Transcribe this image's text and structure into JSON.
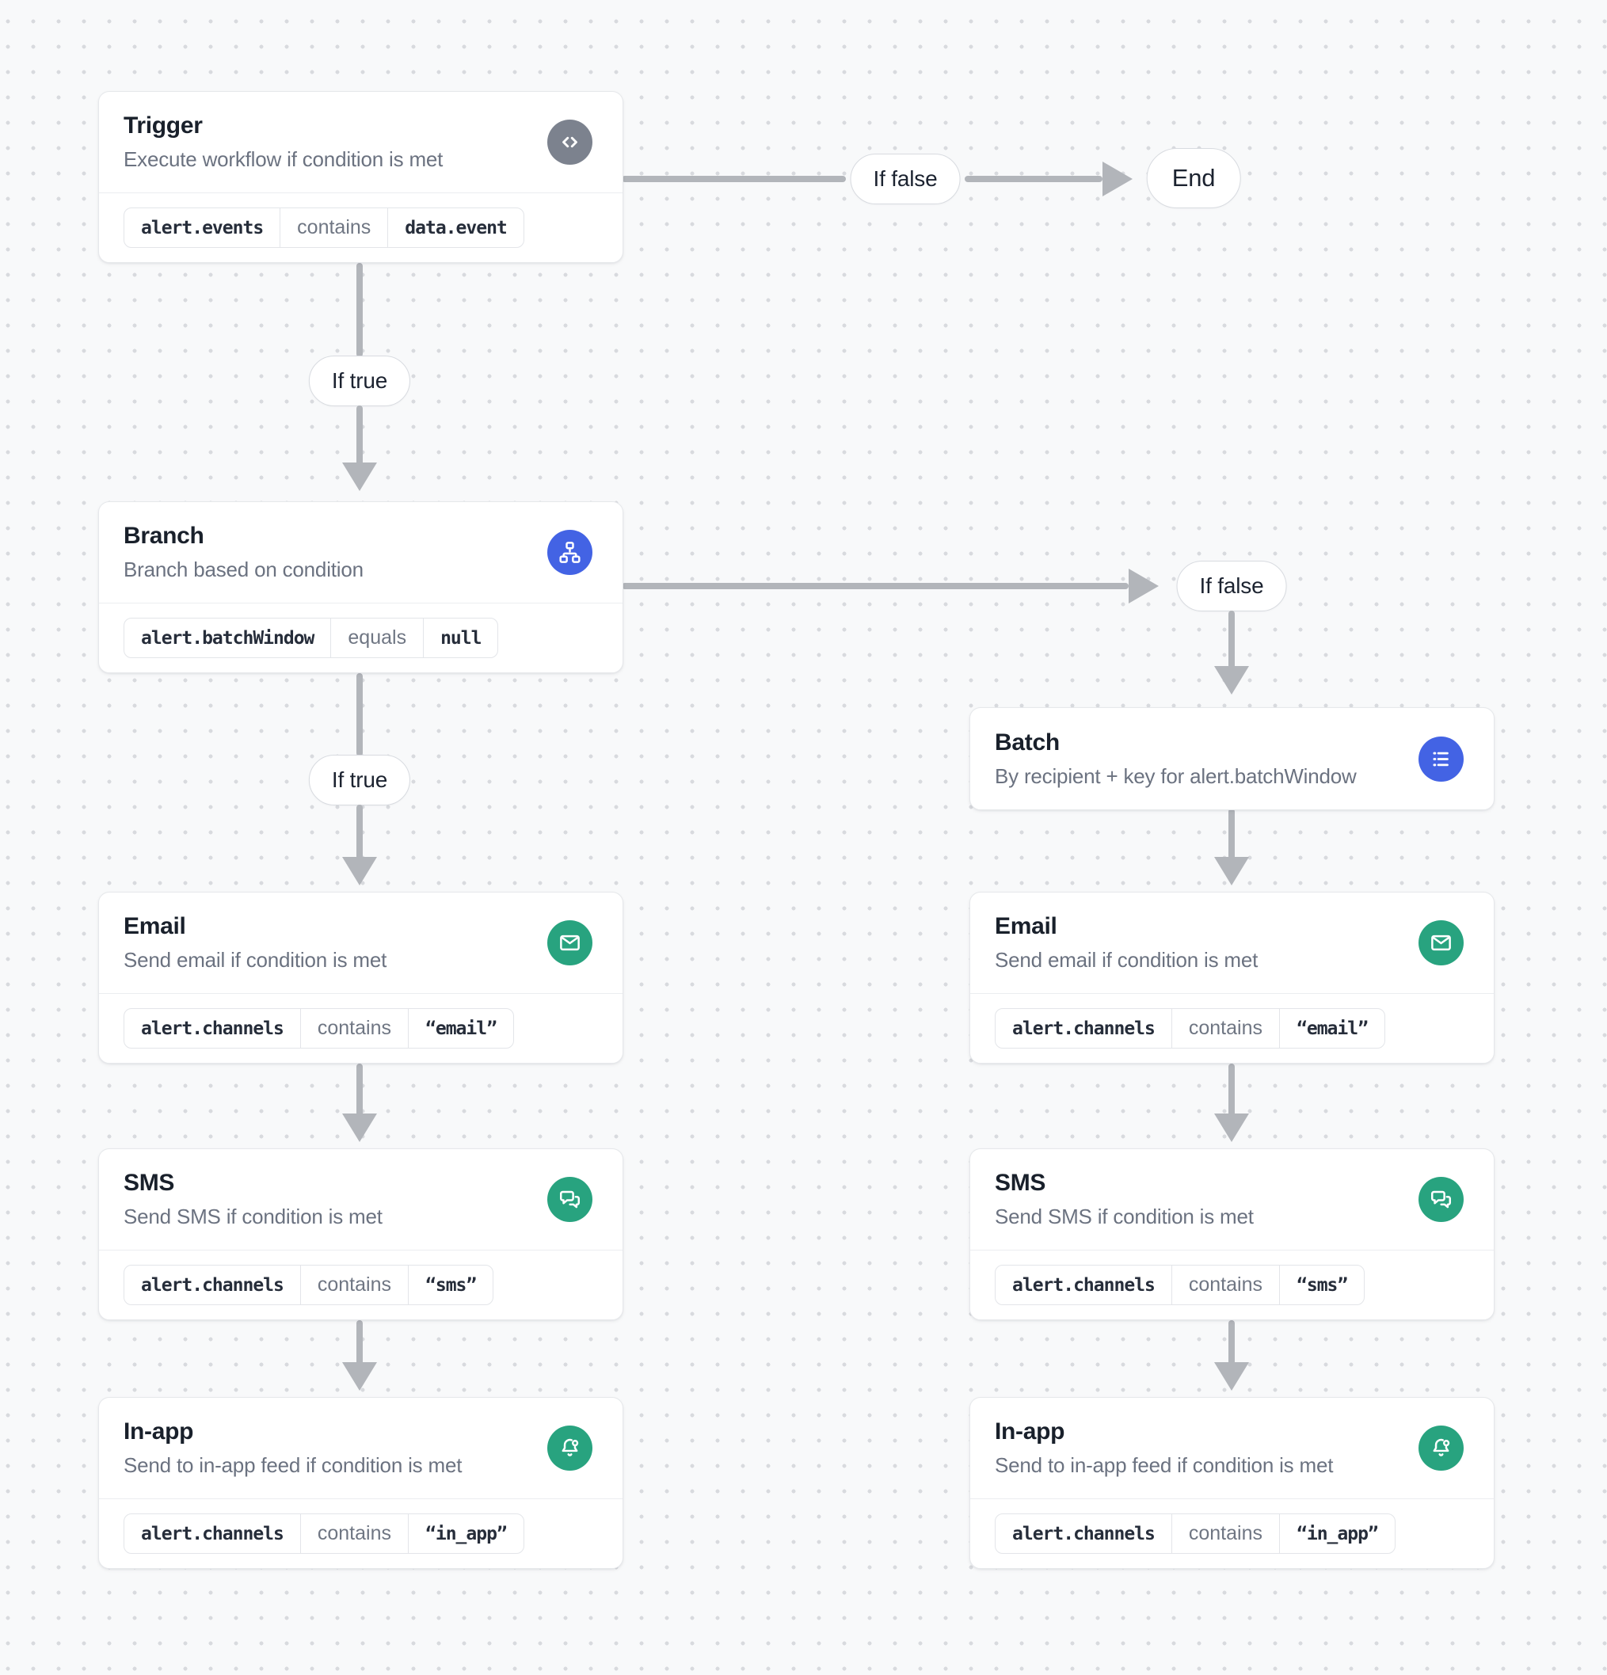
{
  "canvas": {
    "background": "#f8f9fa",
    "dot_color": "#d8dade"
  },
  "colors": {
    "trigger_icon_bg": "#7c828e",
    "branch_icon_bg": "#4363e4",
    "batch_icon_bg": "#4363e4",
    "channel_icon_bg": "#28a37f",
    "arrow": "#b2b5ba"
  },
  "edges": {
    "if_true": "If true",
    "if_false": "If false",
    "end": "End"
  },
  "nodes": {
    "trigger": {
      "title": "Trigger",
      "subtitle": "Execute workflow if condition is met",
      "icon": "code-icon",
      "cond": {
        "field": "alert.events",
        "op": "contains",
        "value": "data.event"
      }
    },
    "branch": {
      "title": "Branch",
      "subtitle": "Branch based on condition",
      "icon": "hierarchy-icon",
      "cond": {
        "field": "alert.batchWindow",
        "op": "equals",
        "value": "null"
      }
    },
    "batch": {
      "title": "Batch",
      "subtitle": "By recipient + key for alert.batchWindow",
      "icon": "list-icon"
    },
    "email_immediate": {
      "title": "Email",
      "subtitle": "Send email if condition is met",
      "icon": "mail-icon",
      "cond": {
        "field": "alert.channels",
        "op": "contains",
        "value": "“email”"
      }
    },
    "sms_immediate": {
      "title": "SMS",
      "subtitle": "Send SMS if condition is met",
      "icon": "chat-bubbles-icon",
      "cond": {
        "field": "alert.channels",
        "op": "contains",
        "value": "“sms”"
      }
    },
    "inapp_immediate": {
      "title": "In-app",
      "subtitle": "Send to in-app feed if condition is met",
      "icon": "bell-notification-icon",
      "cond": {
        "field": "alert.channels",
        "op": "contains",
        "value": "“in_app”"
      }
    },
    "email_batched": {
      "title": "Email",
      "subtitle": "Send email if condition is met",
      "icon": "mail-icon",
      "cond": {
        "field": "alert.channels",
        "op": "contains",
        "value": "“email”"
      }
    },
    "sms_batched": {
      "title": "SMS",
      "subtitle": "Send SMS if condition is met",
      "icon": "chat-bubbles-icon",
      "cond": {
        "field": "alert.channels",
        "op": "contains",
        "value": "“sms”"
      }
    },
    "inapp_batched": {
      "title": "In-app",
      "subtitle": "Send to in-app feed if condition is met",
      "icon": "bell-notification-icon",
      "cond": {
        "field": "alert.channels",
        "op": "contains",
        "value": "“in_app”"
      }
    }
  }
}
